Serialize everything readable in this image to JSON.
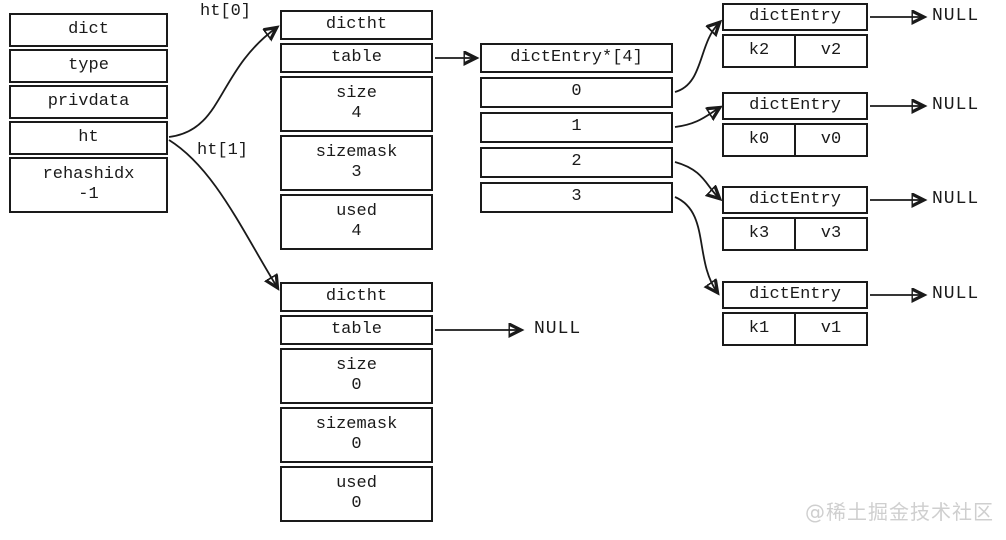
{
  "colors": {
    "line": "#1a1a1a",
    "background": "#ffffff",
    "watermark": "#cfcfcf"
  },
  "dict_box": {
    "title": "dict",
    "fields": [
      {
        "label": "type"
      },
      {
        "label": "privdata"
      },
      {
        "label": "ht"
      },
      {
        "label": "rehashidx",
        "value": "-1"
      }
    ]
  },
  "pointer_labels": {
    "ht0": "ht[0]",
    "ht1": "ht[1]"
  },
  "ht0_box": {
    "title": "dictht",
    "table_label": "table",
    "fields": [
      {
        "label": "size",
        "value": "4"
      },
      {
        "label": "sizemask",
        "value": "3"
      },
      {
        "label": "used",
        "value": "4"
      }
    ]
  },
  "ht1_box": {
    "title": "dictht",
    "table_label": "table",
    "table_next": "NULL",
    "fields": [
      {
        "label": "size",
        "value": "0"
      },
      {
        "label": "sizemask",
        "value": "0"
      },
      {
        "label": "used",
        "value": "0"
      }
    ]
  },
  "array_box": {
    "title": "dictEntry*[4]",
    "slots": [
      "0",
      "1",
      "2",
      "3"
    ]
  },
  "entries": [
    {
      "title": "dictEntry",
      "key": "k2",
      "value": "v2",
      "next": "NULL"
    },
    {
      "title": "dictEntry",
      "key": "k0",
      "value": "v0",
      "next": "NULL"
    },
    {
      "title": "dictEntry",
      "key": "k3",
      "value": "v3",
      "next": "NULL"
    },
    {
      "title": "dictEntry",
      "key": "k1",
      "value": "v1",
      "next": "NULL"
    }
  ],
  "watermark": "@稀土掘金技术社区"
}
